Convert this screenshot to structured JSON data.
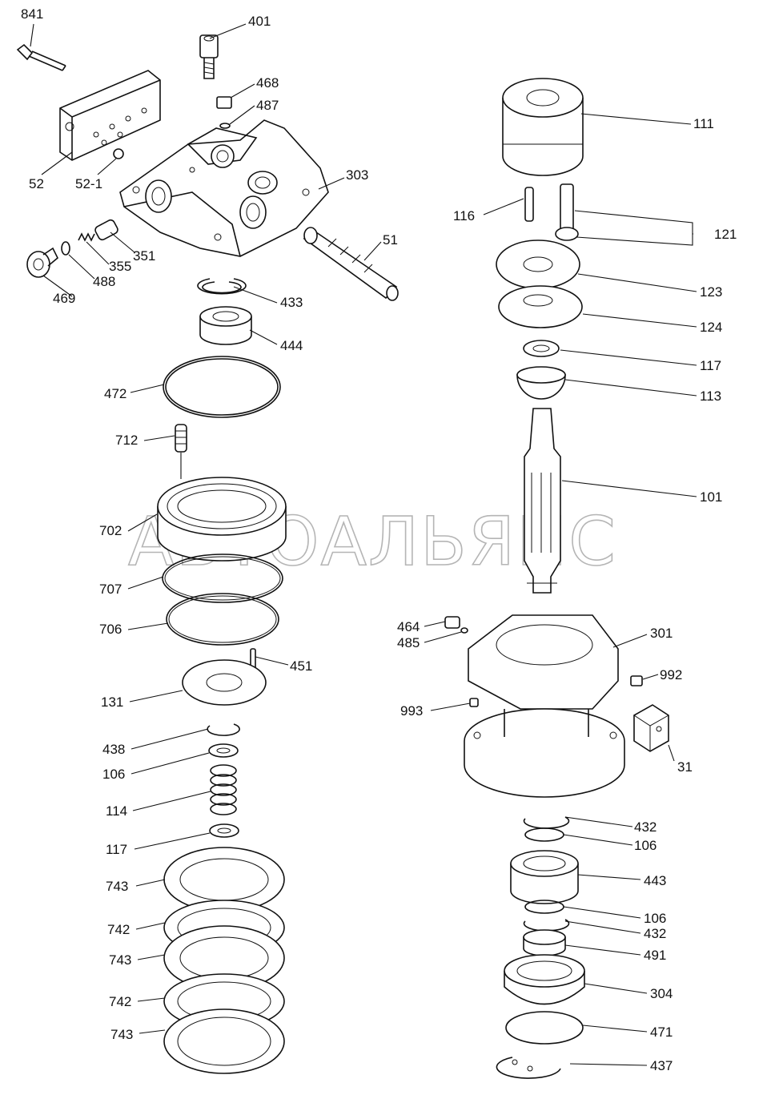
{
  "watermark": "АВТОАЛЬЯНС",
  "labels": {
    "p841": "841",
    "p401": "401",
    "p468": "468",
    "p487": "487",
    "p52": "52",
    "p52_1": "52-1",
    "p303": "303",
    "p51": "51",
    "p351": "351",
    "p355": "355",
    "p488": "488",
    "p469": "469",
    "p433": "433",
    "p444": "444",
    "p472": "472",
    "p712": "712",
    "p702": "702",
    "p707": "707",
    "p706": "706",
    "p451": "451",
    "p131": "131",
    "p438": "438",
    "p106a": "106",
    "p114": "114",
    "p117a": "117",
    "p743a": "743",
    "p742a": "742",
    "p743b": "743",
    "p742b": "742",
    "p743c": "743",
    "p111": "111",
    "p116": "116",
    "p121": "121",
    "p123": "123",
    "p124": "124",
    "p117b": "117",
    "p113": "113",
    "p101": "101",
    "p464": "464",
    "p485": "485",
    "p301": "301",
    "p992": "992",
    "p993": "993",
    "p31": "31",
    "p432a": "432",
    "p106b": "106",
    "p443": "443",
    "p106c": "106",
    "p432b": "432",
    "p491": "491",
    "p304": "304",
    "p471": "471",
    "p437": "437"
  }
}
